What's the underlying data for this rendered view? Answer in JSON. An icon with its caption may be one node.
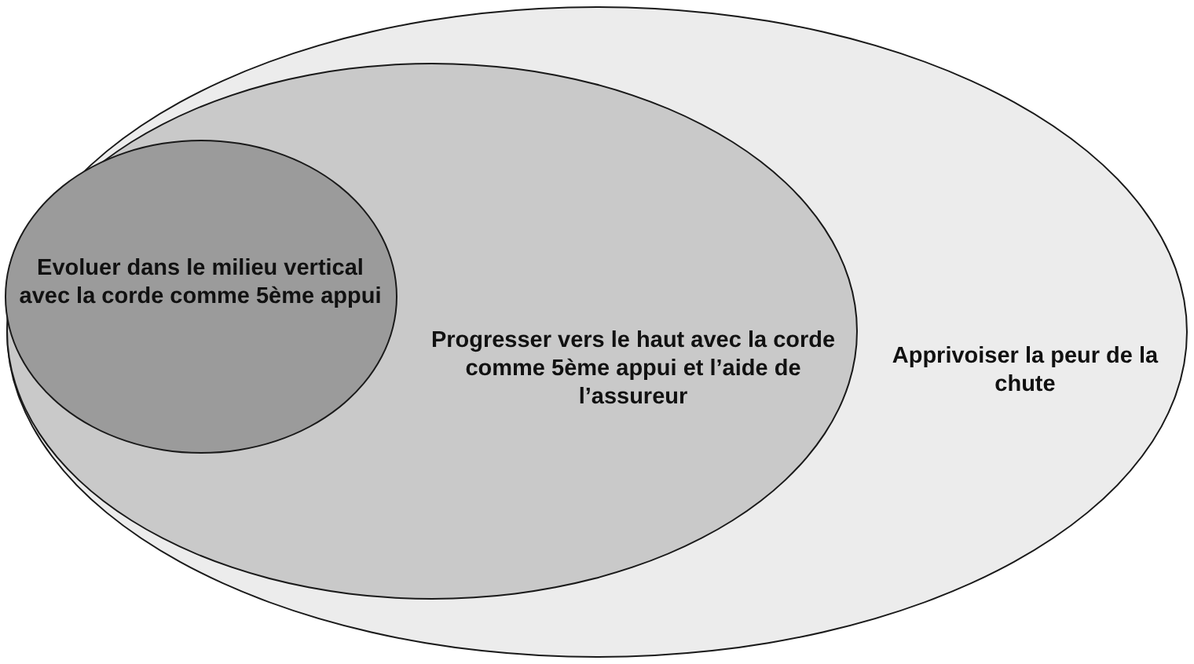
{
  "diagram": {
    "nodes": [
      {
        "text": [
          "Apprivoiser la peur de la chute"
        ]
      },
      {
        "text": [
          "Progresser vers le haut avec la corde comme 5ème appui et l’aide de l’assureur"
        ],
        "in": 0
      },
      {
        "text": [
          "Evoluer dans le milieu vertical avec la corde comme 5ème appui"
        ],
        "in": 1
      }
    ]
  }
}
